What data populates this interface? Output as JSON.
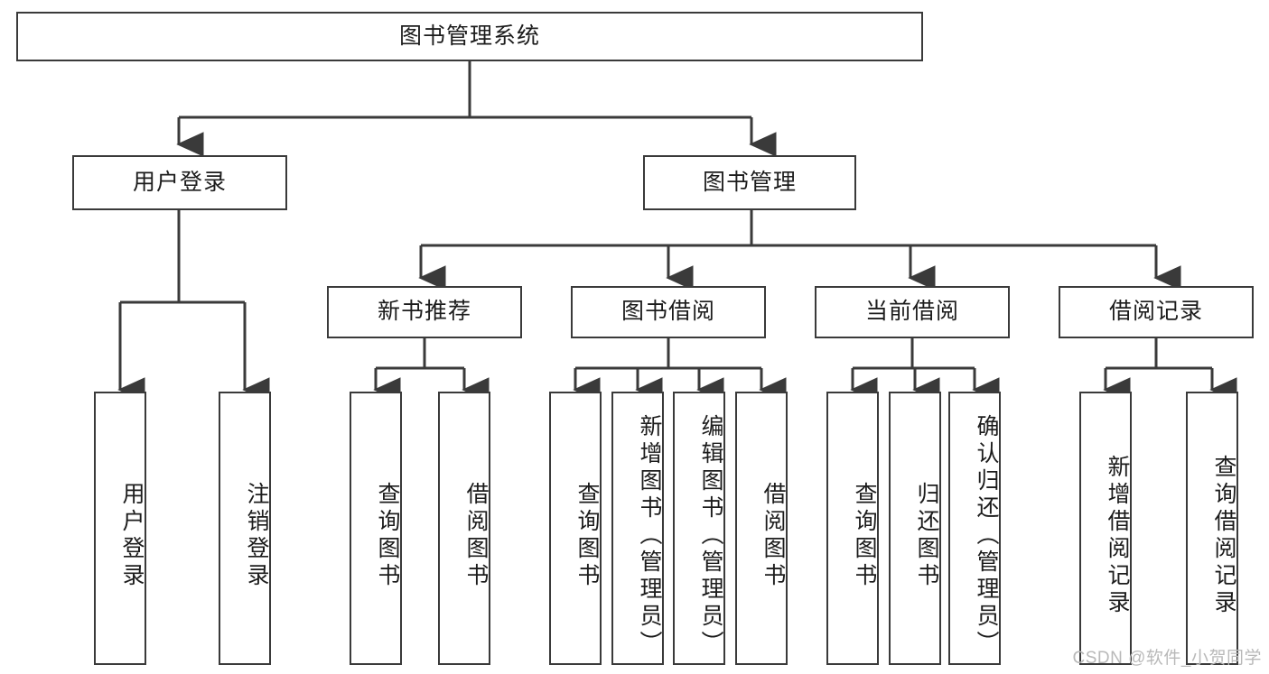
{
  "diagram": {
    "title": "图书管理系统",
    "watermark": "CSDN @软件_小贺同学",
    "line_color": "#3a3a3a",
    "text_color": "#1c1c1c",
    "background": "#ffffff",
    "root": {
      "label": "图书管理系统"
    },
    "level2": [
      {
        "label": "用户登录"
      },
      {
        "label": "图书管理"
      }
    ],
    "level3": [
      {
        "label": "新书推荐"
      },
      {
        "label": "图书借阅"
      },
      {
        "label": "当前借阅"
      },
      {
        "label": "借阅记录"
      }
    ],
    "leaves": {
      "user_login": [
        {
          "label": "用户登录"
        },
        {
          "label": "注销登录"
        }
      ],
      "new_book_recommend": [
        {
          "label": "查询图书"
        },
        {
          "label": "借阅图书"
        }
      ],
      "book_borrow": [
        {
          "label": "查询图书"
        },
        {
          "label": "新增图书（管理员）"
        },
        {
          "label": "编辑图书（管理员）"
        },
        {
          "label": "借阅图书"
        }
      ],
      "current_borrow": [
        {
          "label": "查询图书"
        },
        {
          "label": "归还图书"
        },
        {
          "label": "确认归还（管理员）"
        }
      ],
      "borrow_record": [
        {
          "label": "新增借阅记录"
        },
        {
          "label": "查询借阅记录"
        }
      ]
    }
  }
}
